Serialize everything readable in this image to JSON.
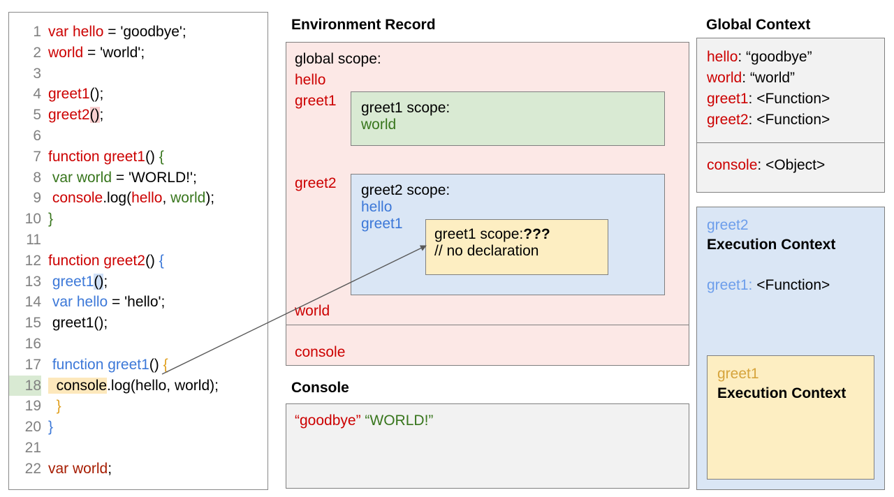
{
  "code_panel": {
    "lines": [
      {
        "n": "1",
        "tokens": [
          {
            "t": "var hello",
            "c": "red"
          },
          {
            "t": " = ",
            "c": "black"
          },
          {
            "t": "'goodbye';",
            "c": "black"
          }
        ]
      },
      {
        "n": "2",
        "tokens": [
          {
            "t": "world",
            "c": "red"
          },
          {
            "t": " = 'world';",
            "c": "black"
          }
        ]
      },
      {
        "n": "3",
        "tokens": []
      },
      {
        "n": "4",
        "tokens": [
          {
            "t": "greet1",
            "c": "red"
          },
          {
            "t": "();",
            "c": "black"
          }
        ]
      },
      {
        "n": "5",
        "tokens": [
          {
            "t": "greet2",
            "c": "red"
          },
          {
            "t": "()",
            "c": "black",
            "hl": "pink"
          },
          {
            "t": ";",
            "c": "black"
          }
        ]
      },
      {
        "n": "6",
        "tokens": []
      },
      {
        "n": "7",
        "tokens": [
          {
            "t": "function greet1",
            "c": "red"
          },
          {
            "t": "() ",
            "c": "black"
          },
          {
            "t": "{",
            "c": "green"
          }
        ]
      },
      {
        "n": "8",
        "tokens": [
          {
            "t": " var world",
            "c": "green"
          },
          {
            "t": " = 'WORLD!';",
            "c": "black"
          }
        ]
      },
      {
        "n": "9",
        "tokens": [
          {
            "t": " console",
            "c": "red"
          },
          {
            "t": ".log(",
            "c": "black"
          },
          {
            "t": "hello",
            "c": "red"
          },
          {
            "t": ", ",
            "c": "black"
          },
          {
            "t": "world",
            "c": "green"
          },
          {
            "t": ");",
            "c": "black"
          }
        ]
      },
      {
        "n": "10",
        "tokens": [
          {
            "t": "}",
            "c": "green"
          }
        ]
      },
      {
        "n": "11",
        "tokens": []
      },
      {
        "n": "12",
        "tokens": [
          {
            "t": "function greet2",
            "c": "red"
          },
          {
            "t": "() ",
            "c": "black"
          },
          {
            "t": "{",
            "c": "blue"
          }
        ]
      },
      {
        "n": "13",
        "tokens": [
          {
            "t": " greet1",
            "c": "blue"
          },
          {
            "t": "()",
            "c": "black",
            "hl": "blue"
          },
          {
            "t": ";",
            "c": "black"
          }
        ]
      },
      {
        "n": "14",
        "tokens": [
          {
            "t": " var hello",
            "c": "blue"
          },
          {
            "t": " = 'hello';",
            "c": "black"
          }
        ]
      },
      {
        "n": "15",
        "tokens": [
          {
            "t": " greet1();",
            "c": "black"
          }
        ]
      },
      {
        "n": "16",
        "tokens": []
      },
      {
        "n": "17",
        "tokens": [
          {
            "t": " function greet1",
            "c": "blue"
          },
          {
            "t": "() ",
            "c": "black"
          },
          {
            "t": "{",
            "c": "gold"
          }
        ]
      },
      {
        "n": "18",
        "tokens": [
          {
            "t": "  console",
            "c": "black",
            "hl": "yellow"
          },
          {
            "t": ".log(hello, world);",
            "c": "black"
          }
        ],
        "line_highlight": true
      },
      {
        "n": "19",
        "tokens": [
          {
            "t": "  }",
            "c": "gold"
          }
        ]
      },
      {
        "n": "20",
        "tokens": [
          {
            "t": "}",
            "c": "blue"
          }
        ]
      },
      {
        "n": "21",
        "tokens": []
      },
      {
        "n": "22",
        "tokens": [
          {
            "t": "var world",
            "c": "dred"
          },
          {
            "t": ";",
            "c": "black"
          }
        ]
      }
    ]
  },
  "environment_record": {
    "heading": "Environment Record",
    "global_scope_label": "global scope:",
    "vars_top": [
      "hello",
      "greet1"
    ],
    "greet2_var": "greet2",
    "world_var": "world",
    "console_var": "console",
    "greet1_scope": {
      "title": "greet1 scope:",
      "vars": [
        "world"
      ]
    },
    "greet2_scope": {
      "title": "greet2 scope:",
      "vars": [
        "hello",
        "greet1"
      ],
      "nested": {
        "title": "greet1 scope:",
        "marker": "???",
        "note": "// no declaration"
      }
    }
  },
  "console_panel": {
    "heading": "Console",
    "output": [
      {
        "text": "“goodbye”",
        "color": "red"
      },
      {
        "text": "“WORLD!”",
        "color": "green"
      }
    ]
  },
  "global_context": {
    "heading": "Global Context",
    "entries": [
      {
        "key": "hello",
        "value": "“goodbye”"
      },
      {
        "key": "world",
        "value": "“world”"
      },
      {
        "key": "greet1",
        "value": "<Function>"
      },
      {
        "key": "greet2",
        "value": "<Function>"
      }
    ],
    "console_entry": {
      "key": "console",
      "value": "<Object>"
    }
  },
  "execution_contexts": {
    "greet2": {
      "name": "greet2",
      "subtitle": "Execution Context",
      "binding": {
        "key": "greet1",
        "value": "<Function>"
      }
    },
    "greet1": {
      "name": "greet1",
      "subtitle": "Execution Context"
    }
  },
  "colors": {
    "red": "#cc0000",
    "green": "#38761d",
    "blue": "#3c78d8",
    "gold": "#d6a43c",
    "env_bg": "#fce8e6",
    "green_bg": "#d9ead3",
    "blue_bg": "#dae6f5",
    "yellow_bg": "#fdeec2",
    "gray_bg": "#f2f2f2",
    "border": "#7f7f7f"
  }
}
